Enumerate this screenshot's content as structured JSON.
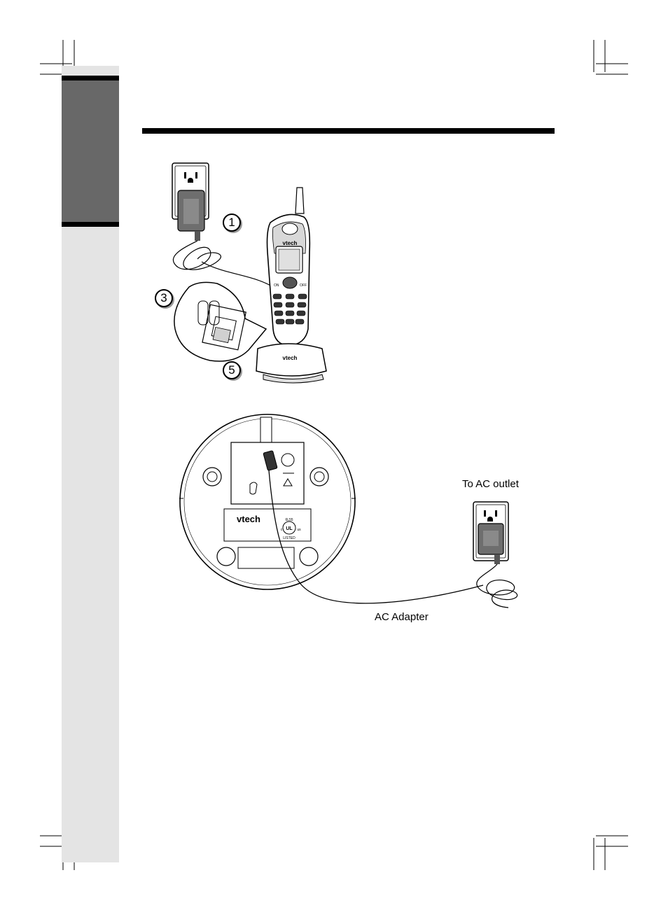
{
  "steps": [
    "1",
    "3",
    "5"
  ],
  "brand": {
    "handset": "vtech",
    "cradle": "vtech",
    "base_label": "vtech"
  },
  "handset_keys": {
    "on": "ON",
    "off": "OFF"
  },
  "certification": {
    "top": "6L55",
    "left": "c",
    "mark": "UL",
    "right": "us",
    "bottom": "LISTED"
  },
  "labels": {
    "outlet": "To AC outlet",
    "adapter": "AC Adapter"
  },
  "colors": {
    "sidebar": "#e4e4e4",
    "tab": "#686868",
    "adapter": "#6e6e6e"
  }
}
